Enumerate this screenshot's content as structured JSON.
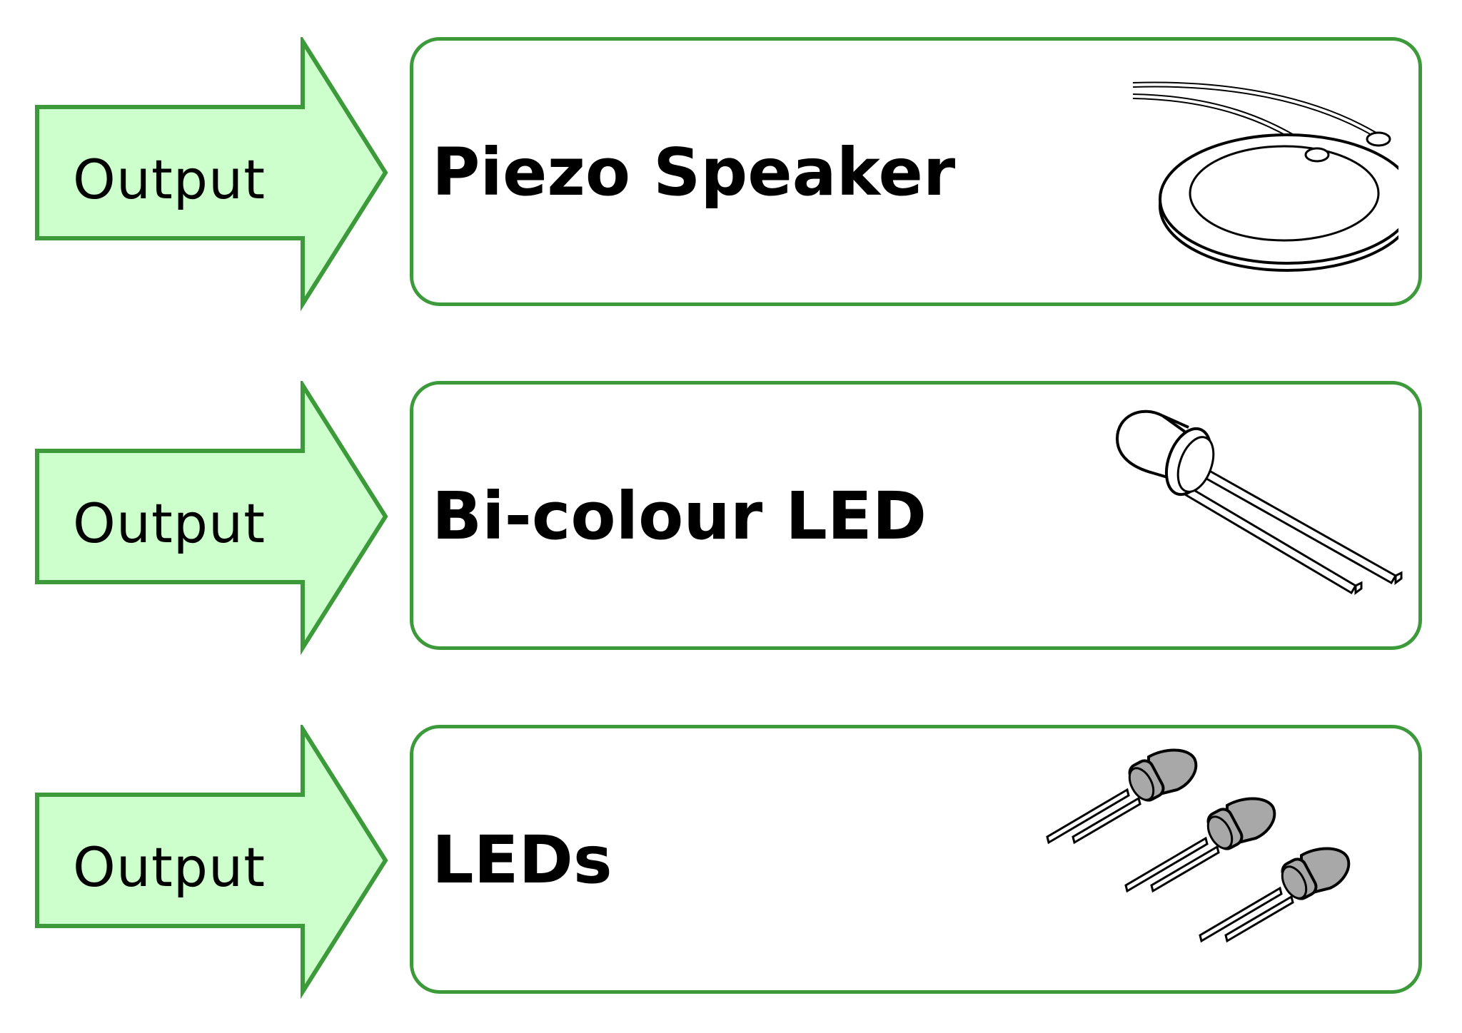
{
  "colors": {
    "arrow_fill": "#ccffcc",
    "arrow_stroke": "#3c9a3a",
    "card_border": "#3c9a3a",
    "led_body": "#a8a8a8"
  },
  "rows": [
    {
      "arrow_label": "Output",
      "title": "Piezo Speaker",
      "icon": "piezo-speaker-icon"
    },
    {
      "arrow_label": "Output",
      "title": "Bi-colour LED",
      "icon": "bicolour-led-icon"
    },
    {
      "arrow_label": "Output",
      "title": "LEDs",
      "icon": "leds-icon"
    }
  ]
}
